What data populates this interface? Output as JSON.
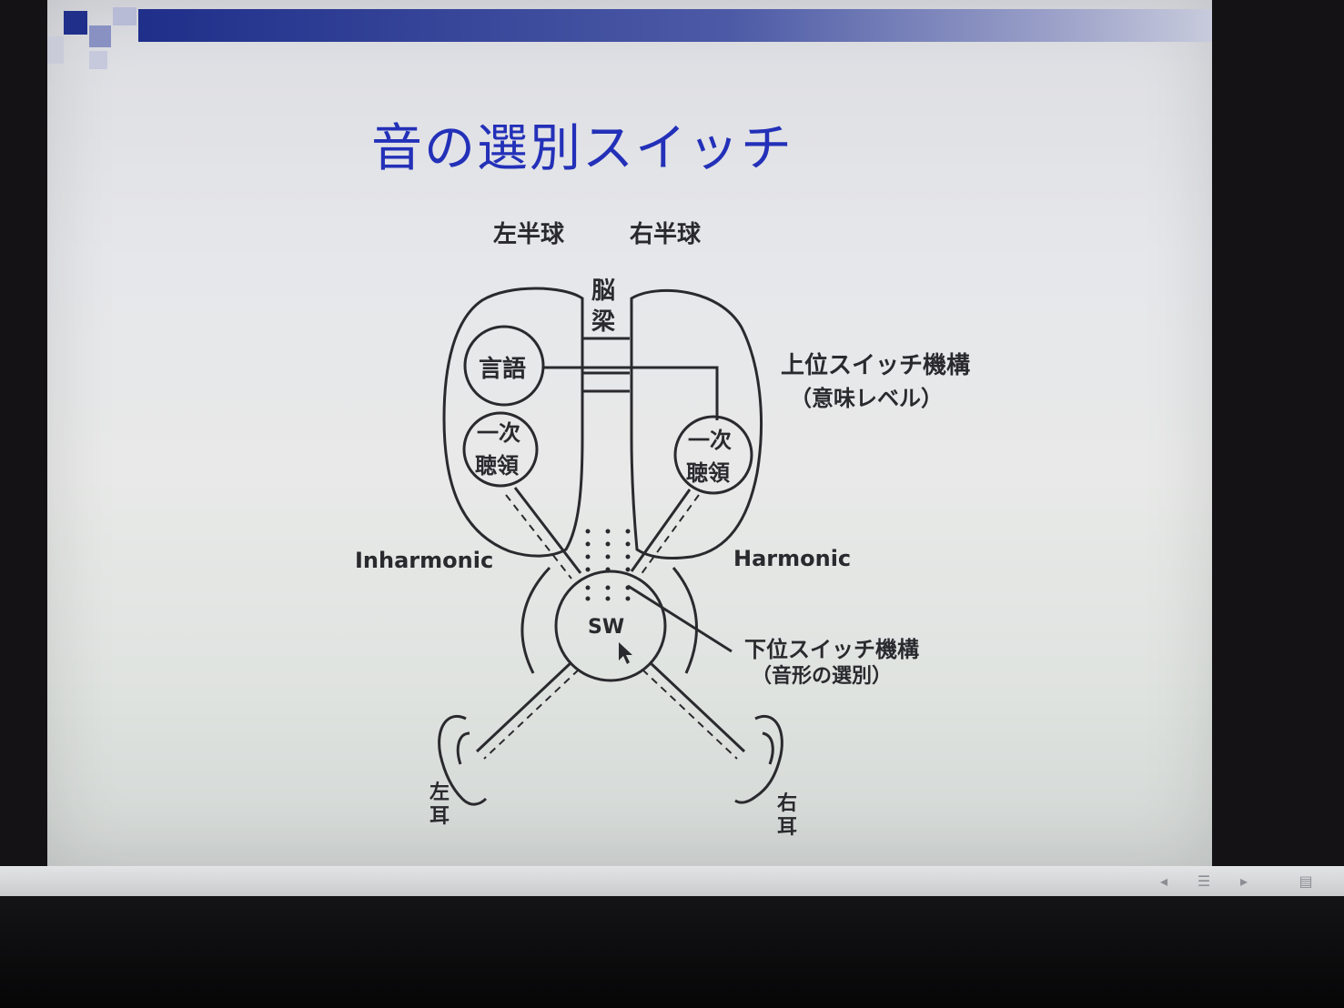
{
  "slide": {
    "title": "音の選別スイッチ"
  },
  "diagram": {
    "left_hemisphere": "左半球",
    "right_hemisphere": "右半球",
    "corpus_callosum": [
      "脳",
      "梁"
    ],
    "language": "言語",
    "primary_auditory": [
      "一次",
      "聴領"
    ],
    "upper_switch": "上位スイッチ機構",
    "upper_switch_sub": "（意味レベル）",
    "inharmonic": "Inharmonic",
    "harmonic": "Harmonic",
    "sw": "SW",
    "lower_switch": "下位スイッチ機構",
    "lower_switch_sub": "（音形の選別）",
    "left_ear": [
      "左",
      "耳"
    ],
    "right_ear": [
      "右",
      "耳"
    ]
  },
  "controls": {
    "prev_icon": "prev-arrow-icon",
    "menu_icon": "menu-icon",
    "next_icon": "next-arrow-icon",
    "slides_icon": "slide-sorter-icon"
  }
}
